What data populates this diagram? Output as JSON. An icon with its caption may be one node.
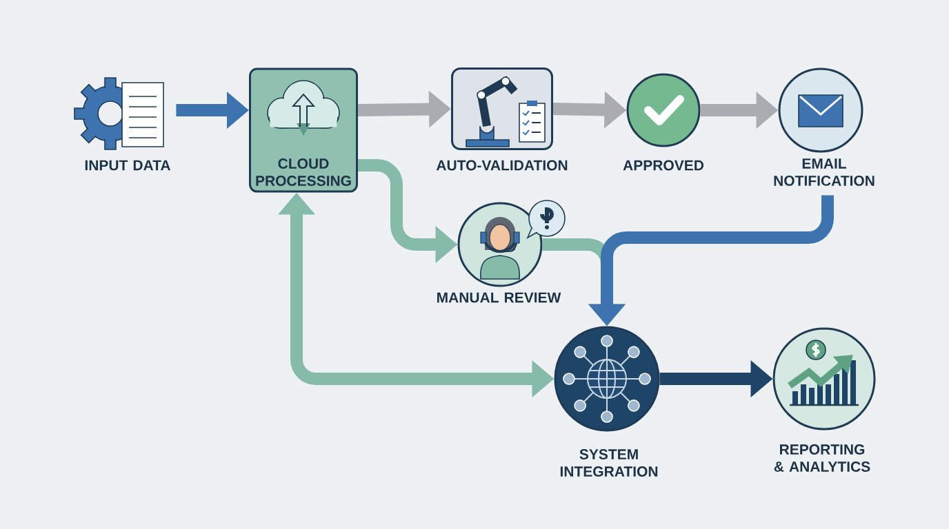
{
  "diagram": {
    "nodes": [
      {
        "text": [
          "INPUT DATA"
        ]
      },
      {
        "text": [
          "CLOUD PROCESSING"
        ]
      },
      {
        "text": [
          "AUTO-VALIDATION"
        ]
      },
      {
        "text": [
          "APPROVED"
        ]
      },
      {
        "text": [
          "EMAIL NOTIFICATION"
        ]
      },
      {
        "text": [
          "MANUAL REVIEW"
        ]
      },
      {
        "text": [
          "SYSTEM INTEGRATION"
        ]
      },
      {
        "text": [
          "REPORTING & ANALYTICS"
        ]
      }
    ],
    "edges": [
      {
        "from": 0,
        "to": 1,
        "arrow": "to",
        "color": "#3d74b0"
      },
      {
        "from": 1,
        "to": 2,
        "arrow": "to",
        "color": "#a9adb1"
      },
      {
        "from": 2,
        "to": 3,
        "arrow": "to",
        "color": "#a9adb1"
      },
      {
        "from": 3,
        "to": 4,
        "arrow": "to",
        "color": "#a9adb1"
      },
      {
        "from": 1,
        "to": 5,
        "arrow": "to",
        "color": "#86bba9"
      },
      {
        "from": 5,
        "to": 6,
        "arrow": "to",
        "color": "#86bba9"
      },
      {
        "from": 4,
        "to": 6,
        "arrow": "to",
        "color": "#3d74b0"
      },
      {
        "from": 6,
        "to": 1,
        "arrow": "both",
        "color": "#86bba9"
      },
      {
        "from": 6,
        "to": 7,
        "arrow": "to",
        "color": "#1e4468"
      }
    ]
  }
}
